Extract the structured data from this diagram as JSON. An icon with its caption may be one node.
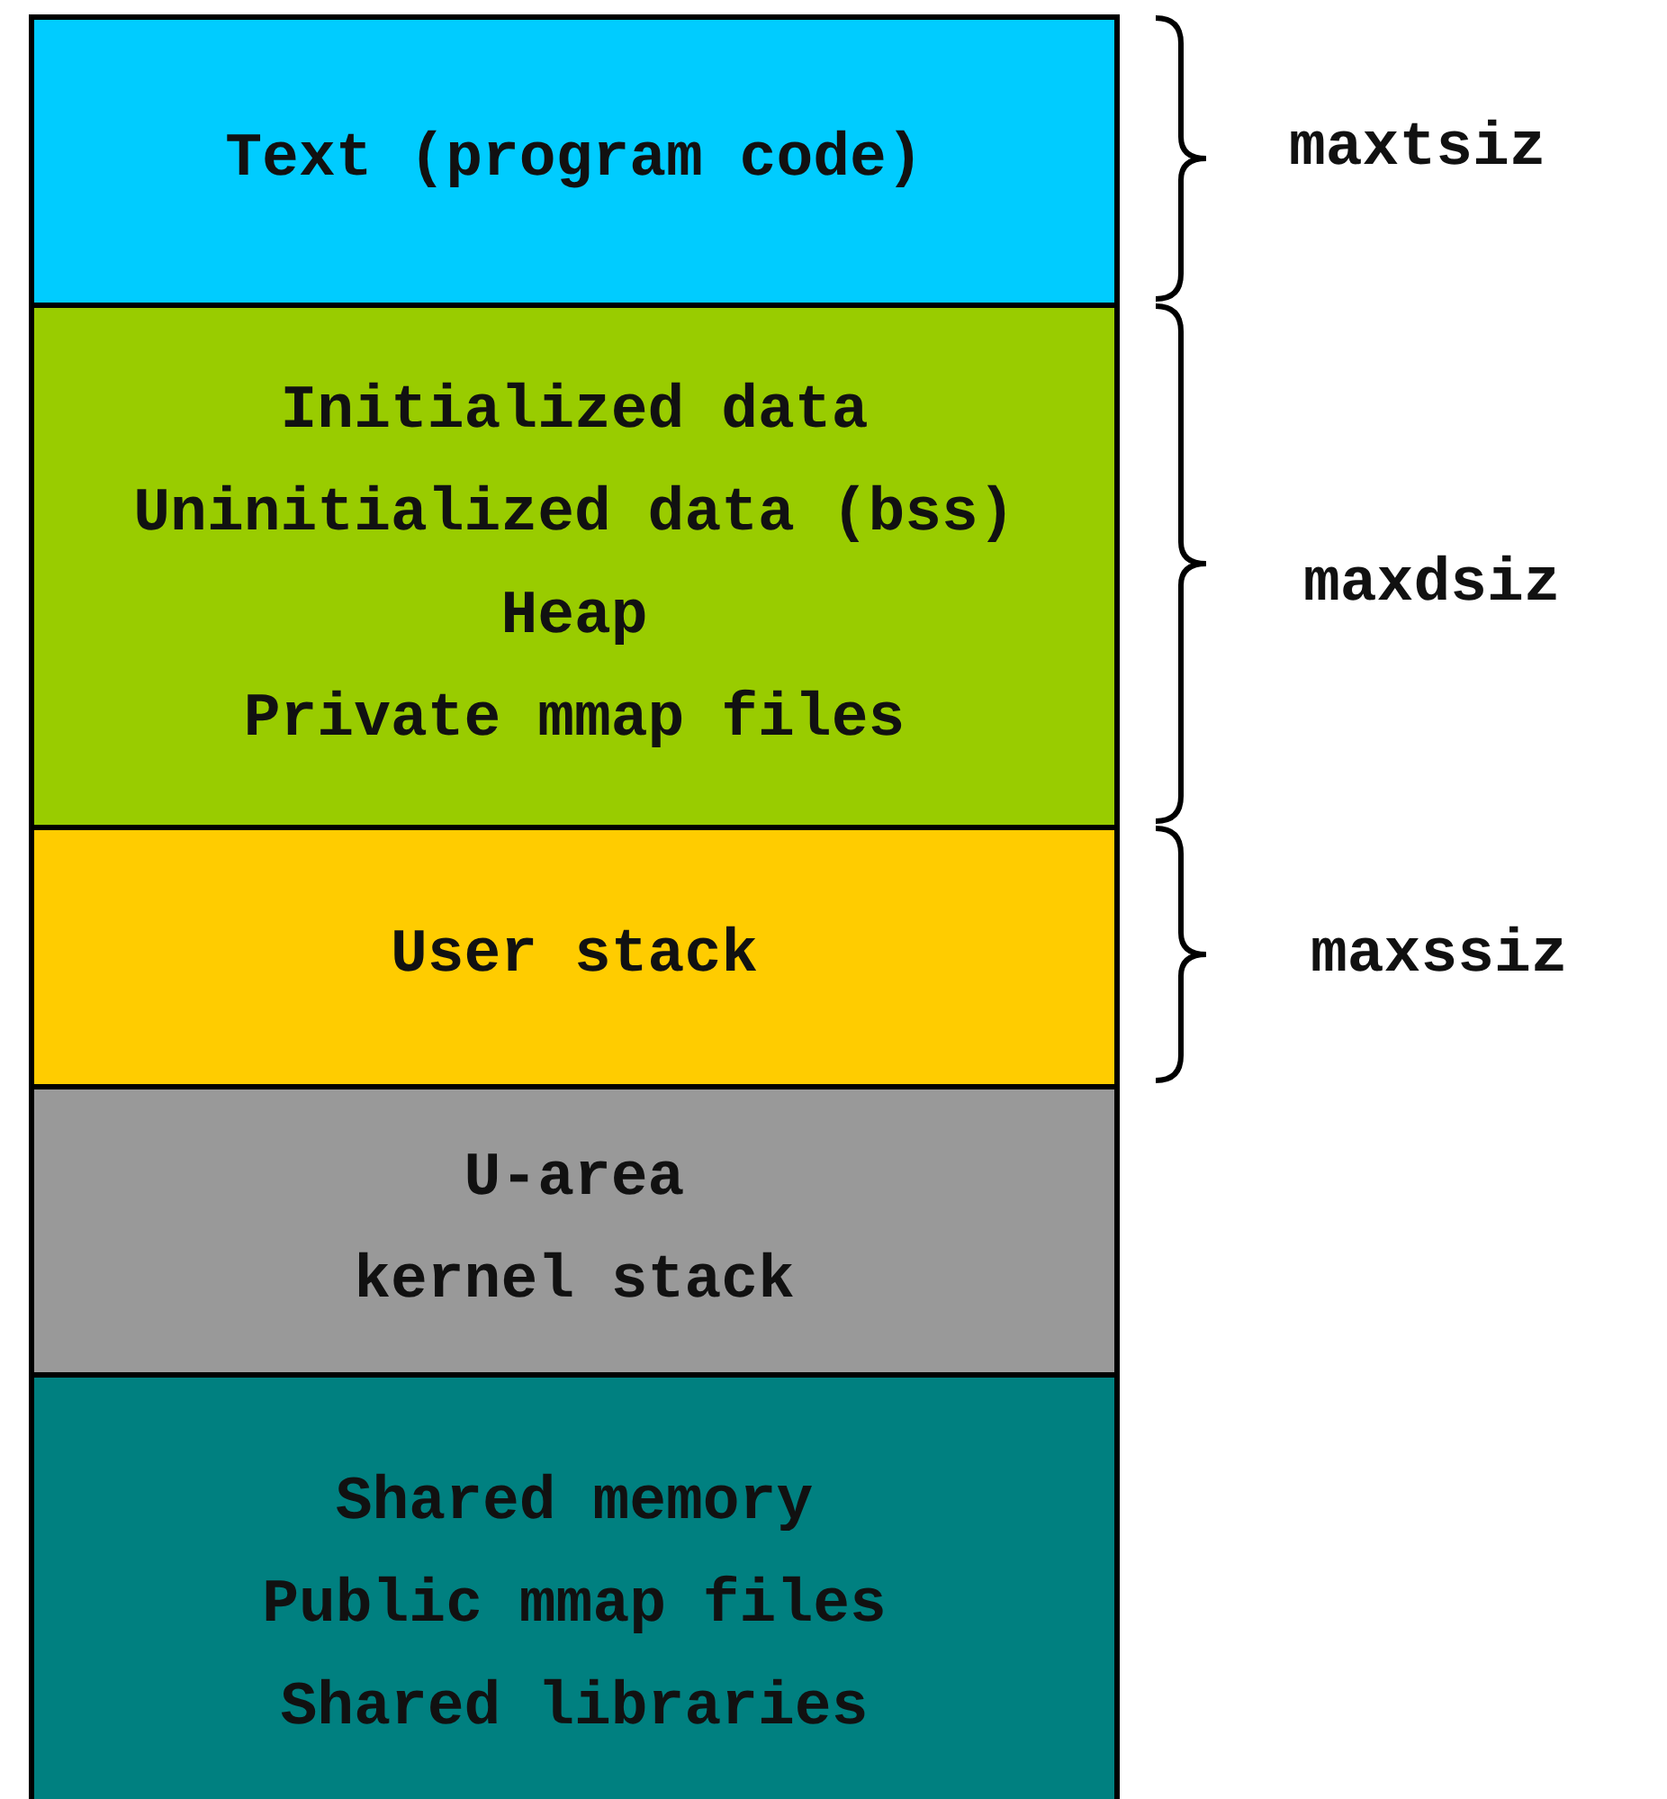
{
  "diagram": {
    "nodes": [
      {
        "text": [
          "Text (program code)"
        ]
      },
      {
        "text": [
          "Initialized data",
          "Uninitialized data (bss)",
          "Heap",
          "Private mmap files"
        ]
      },
      {
        "text": [
          "User stack"
        ]
      },
      {
        "text": [
          "U-area",
          "kernel stack"
        ]
      },
      {
        "text": [
          "Shared memory",
          "Public mmap files",
          "Shared libraries"
        ]
      }
    ],
    "edges": [],
    "labels": [
      "maxtsiz",
      "maxdsiz",
      "maxssiz"
    ]
  }
}
